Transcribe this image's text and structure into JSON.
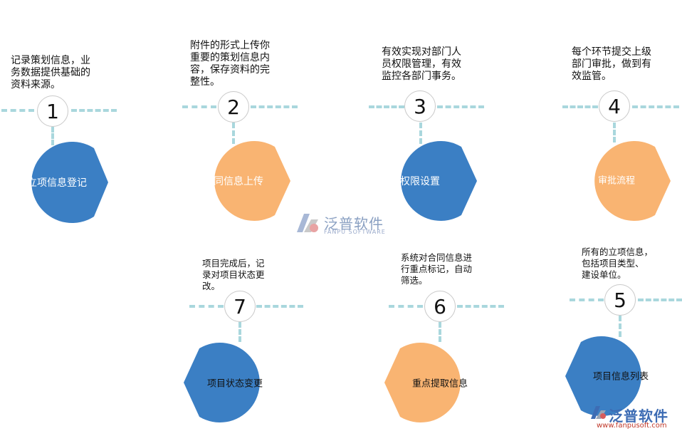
{
  "steps": [
    {
      "num": "1",
      "label": "立项信息登记",
      "desc": "记录策划信息，业\n务数据提供基础的\n资料来源。",
      "color": "#3b7fc4"
    },
    {
      "num": "2",
      "label": "合同信息上传",
      "desc": "附件的形式上传你\n重要的策划信息内\n容，保存资料的完\n整性。",
      "color": "#f9b472"
    },
    {
      "num": "3",
      "label": "权限设置",
      "desc": "有效实现对部门人\n员权限管理，有效\n监控各部门事务。",
      "color": "#3b7fc4"
    },
    {
      "num": "4",
      "label": "审批流程",
      "desc": "每个环节提交上级\n部门审批，做到有\n效监管。",
      "color": "#f9b472"
    },
    {
      "num": "5",
      "label": "项目信息列表",
      "desc": "所有的立项信息，\n包括项目类型、\n建设单位。",
      "color": "#3b7fc4"
    },
    {
      "num": "6",
      "label": "重点提取信息",
      "desc": "系统对合同信息进\n行重点标记，自动\n筛选。",
      "color": "#f9b472"
    },
    {
      "num": "7",
      "label": "项目状态变更",
      "desc": "项目完成后，记\n录对项目状态更\n改。",
      "color": "#3b7fc4"
    }
  ],
  "watermark": {
    "brand": "泛普软件",
    "brand_en": "FANPU SOFTWARE",
    "url": "www.fanpusoft.com"
  }
}
